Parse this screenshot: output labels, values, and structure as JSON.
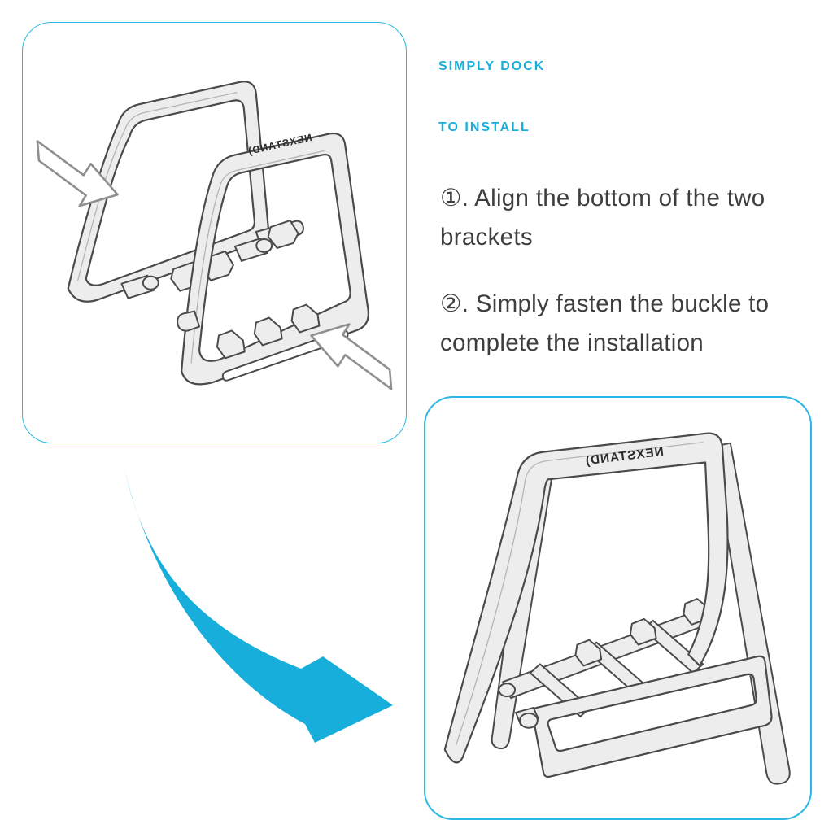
{
  "accent_color": "#18aedc",
  "heading": {
    "line1": "SIMPLY DOCK",
    "line2": "TO INSTALL"
  },
  "steps": [
    {
      "text": "①. Align the bottom of the two brackets"
    },
    {
      "text": "②. Simply fasten the buckle to complete the installation"
    }
  ],
  "brand": {
    "logo_text": "NEXSTAND)"
  },
  "icons": {
    "flow_arrow": "curved-swoosh-arrow",
    "dock_arrow_upper": "outline-arrow-down-right",
    "dock_arrow_lower": "outline-arrow-up-left"
  }
}
